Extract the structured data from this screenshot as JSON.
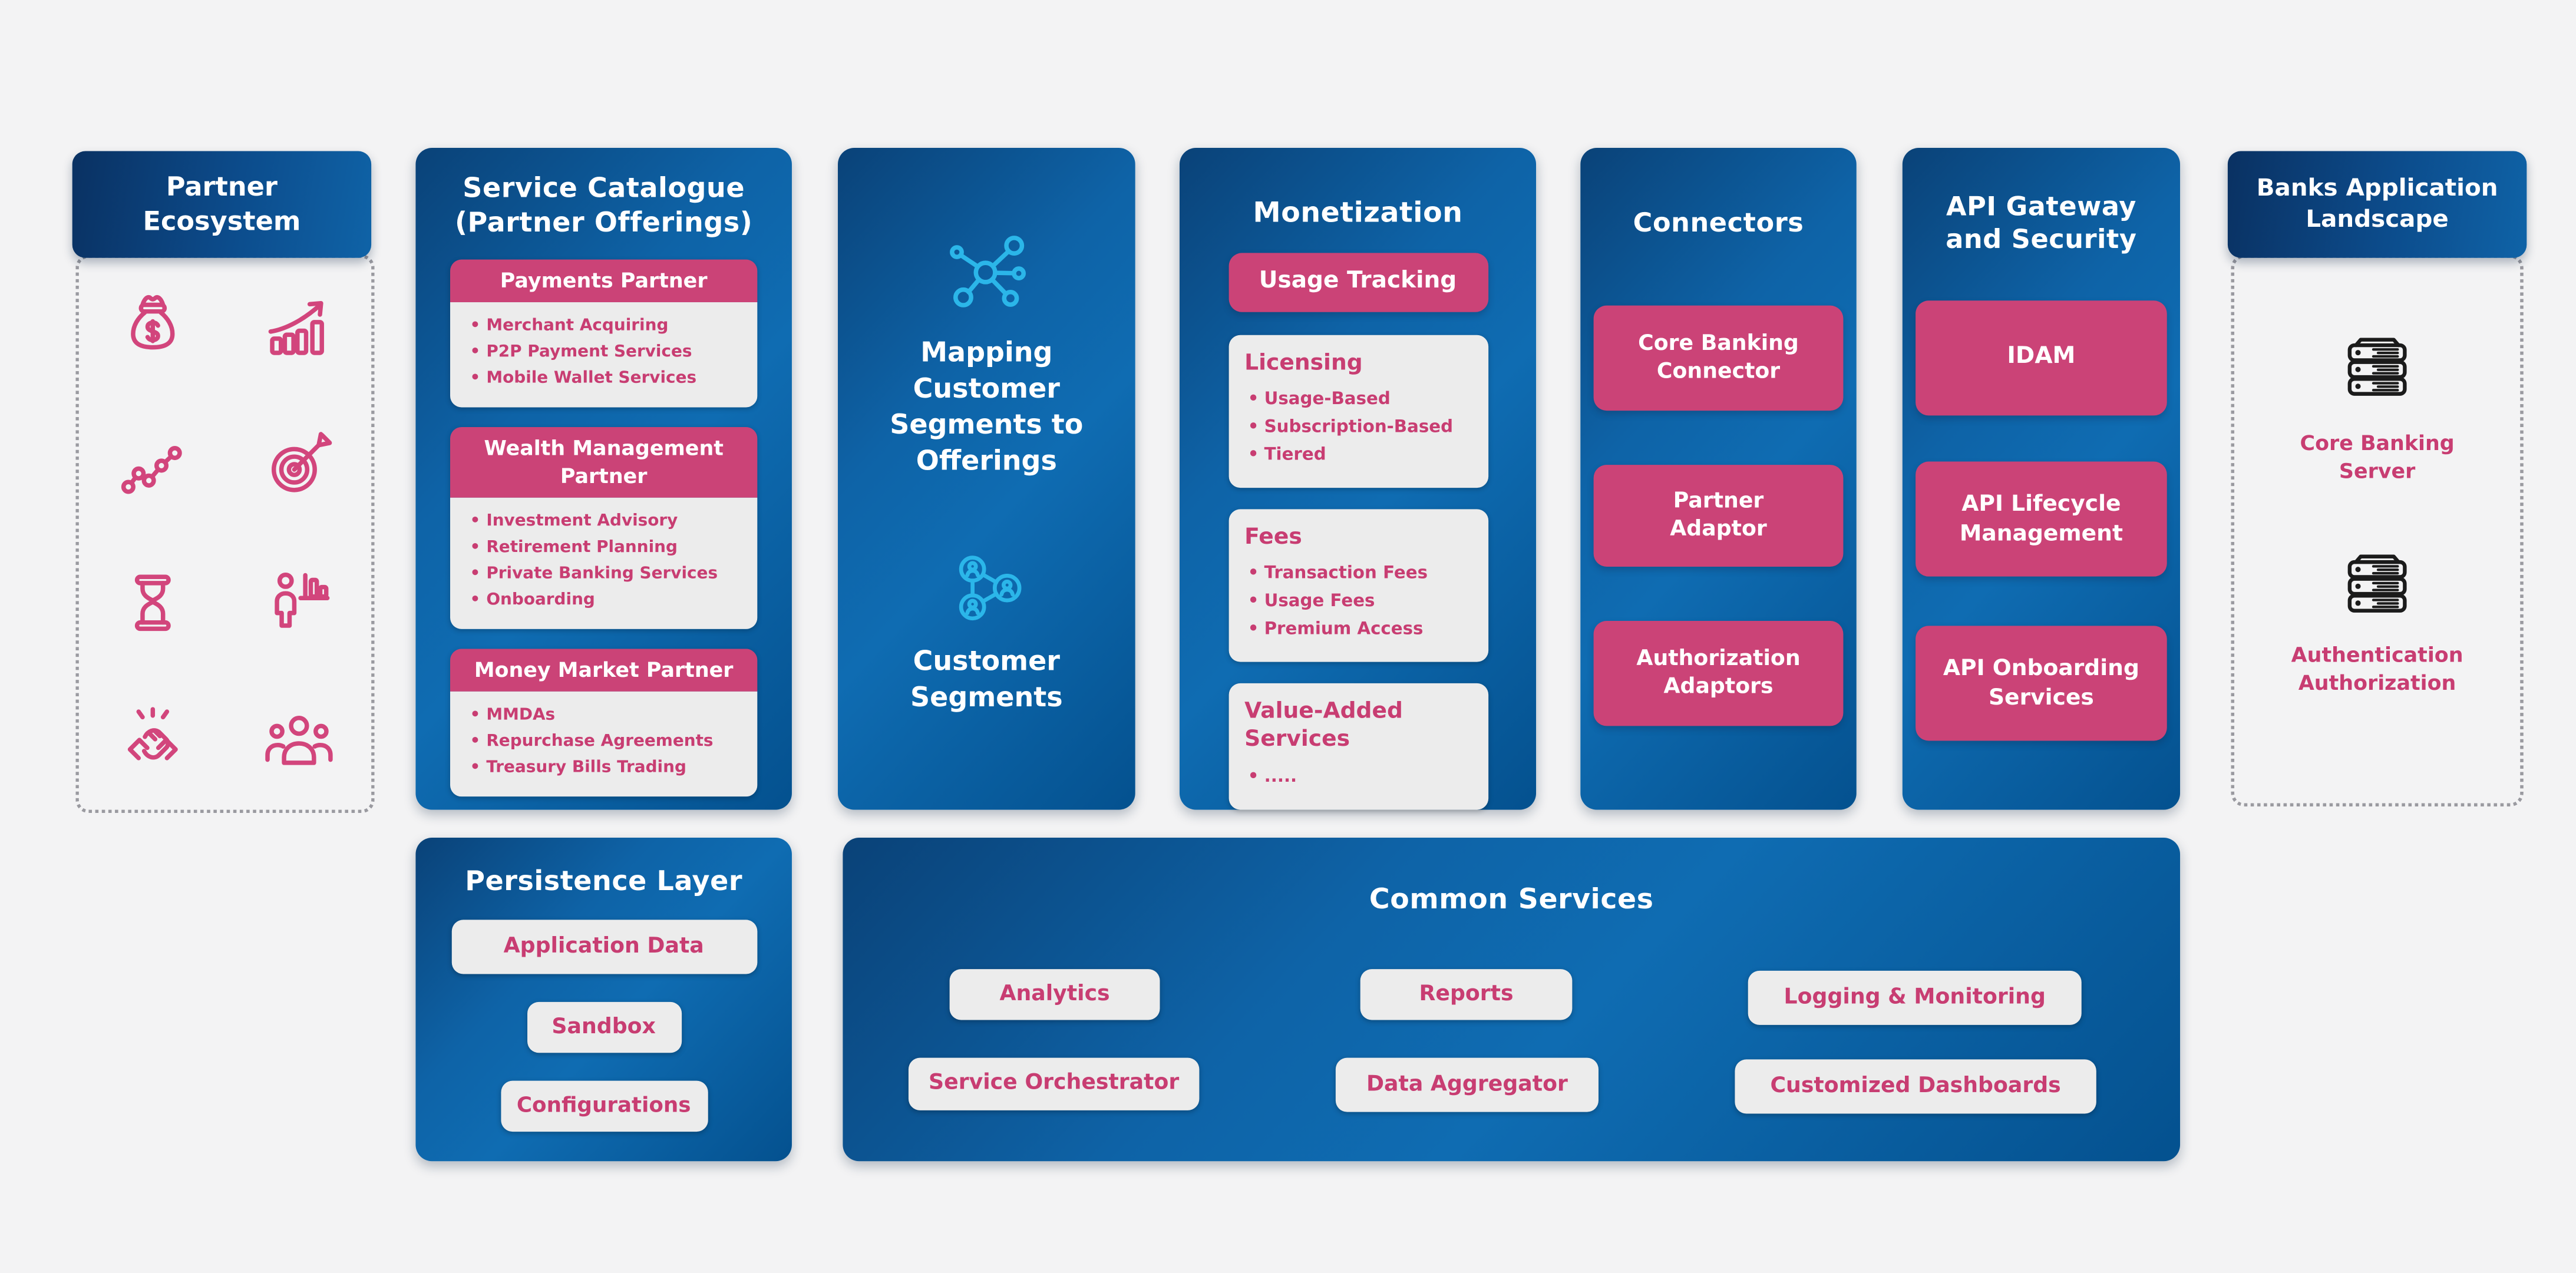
{
  "palette": {
    "page_bg": "#f3f3f4",
    "box_blue_dark": "#0a4278",
    "box_blue_light": "#0f6cb2",
    "header_navy": "#0a3162",
    "pink_fill": "#cb4377",
    "pink_text": "#c83d72",
    "icon_pink": "#d2457c",
    "icon_cyan": "#2bb6e9",
    "icon_black": "#1b1b1b",
    "card_gray": "#ececec",
    "dot_border_gray": "#9a9aa0"
  },
  "partner_ecosystem": {
    "title": "Partner Ecosystem",
    "icons": [
      "money-bag-icon",
      "growth-chart-icon",
      "trend-line-icon",
      "target-arrow-icon",
      "hourglass-icon",
      "presenter-chart-icon",
      "handshake-icon",
      "team-icon"
    ]
  },
  "service_catalogue": {
    "title": "Service Catalogue (Partner Offerings)",
    "cards": [
      {
        "header": "Payments Partner",
        "items": [
          "Merchant Acquiring",
          "P2P Payment Services",
          "Mobile Wallet Services"
        ]
      },
      {
        "header": "Wealth Management Partner",
        "items": [
          "Investment Advisory",
          "Retirement Planning",
          "Private Banking Services",
          "Onboarding"
        ]
      },
      {
        "header": "Money Market Partner",
        "items": [
          "MMDAs",
          "Repurchase Agreements",
          "Treasury Bills Trading"
        ]
      }
    ]
  },
  "mapping": {
    "top_label": "Mapping Customer Segments to Offerings",
    "bottom_label": "Customer Segments",
    "icons": [
      "network-hub-icon",
      "people-network-icon"
    ]
  },
  "monetization": {
    "title": "Monetization",
    "pill": "Usage Tracking",
    "cards": [
      {
        "header": "Licensing",
        "items": [
          "Usage-Based",
          "Subscription-Based",
          "Tiered"
        ]
      },
      {
        "header": "Fees",
        "items": [
          "Transaction Fees",
          "Usage Fees",
          "Premium Access"
        ]
      },
      {
        "header": "Value-Added Services",
        "items": [
          "....."
        ]
      }
    ]
  },
  "connectors": {
    "title": "Connectors",
    "buttons": [
      "Core Banking Connector",
      "Partner Adaptor",
      "Authorization Adaptors"
    ]
  },
  "api_gateway": {
    "title": "API Gateway and Security",
    "buttons": [
      "IDAM",
      "API Lifecycle Management",
      "API Onboarding Services"
    ]
  },
  "banks_landscape": {
    "title": "Banks Application Landscape",
    "servers": [
      {
        "icon": "server-icon",
        "label": "Core Banking Server"
      },
      {
        "icon": "server-icon",
        "label": "Authentication Authorization"
      }
    ]
  },
  "persistence": {
    "title": "Persistence Layer",
    "buttons": [
      "Application Data",
      "Sandbox",
      "Configurations"
    ]
  },
  "common_services": {
    "title": "Common Services",
    "buttons": [
      "Analytics",
      "Reports",
      "Logging & Monitoring",
      "Service Orchestrator",
      "Data Aggregator",
      "Customized Dashboards"
    ]
  }
}
